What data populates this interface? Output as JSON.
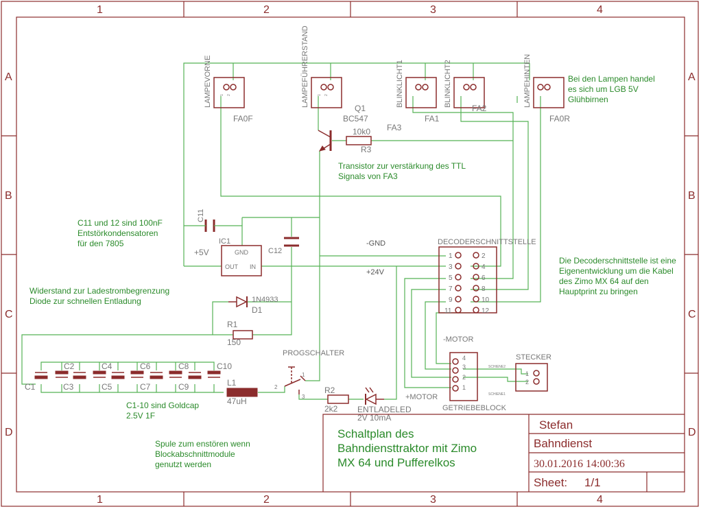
{
  "grid": {
    "columns": [
      "1",
      "2",
      "3",
      "4"
    ],
    "rows": [
      "A",
      "B",
      "C",
      "D"
    ]
  },
  "components": {
    "lampevorne": {
      "name": "LAMPEVORNE",
      "net": "FA0F"
    },
    "lampefuehrerstand": {
      "name": "LAMPEFÜHRERSTAND"
    },
    "blinklicht1": {
      "name": "BLINKLICHT1",
      "net": "FA1"
    },
    "blinklicht2": {
      "name": "BLINKLICHT2",
      "net": "FA2"
    },
    "lampehinten": {
      "name": "LAMPEHINTEN",
      "net": "FA0R"
    },
    "q1": {
      "name": "Q1",
      "value": "BC547",
      "net": "FA3"
    },
    "r3": {
      "name": "R3",
      "value": "10k0"
    },
    "c11": {
      "name": "C11"
    },
    "c12": {
      "name": "C12"
    },
    "ic1": {
      "name": "IC1",
      "gnd": "GND",
      "out": "OUT",
      "in": "IN",
      "net_out": "+5V"
    },
    "d1": {
      "name": "D1",
      "value": "1N4933"
    },
    "r1": {
      "name": "R1",
      "value": "150"
    },
    "l1": {
      "name": "L1",
      "value": "47uH"
    },
    "r2": {
      "name": "R2",
      "value": "2k2"
    },
    "led": {
      "name": "ENTLADELED",
      "value": "2V 10mA"
    },
    "progschalter": {
      "name": "PROGSCHALTER",
      "pins": [
        "1",
        "2",
        "3"
      ]
    },
    "decoder": {
      "name": "DECODERSCHNITTSTELLE",
      "pins_left": [
        "1",
        "3",
        "5",
        "7",
        "9",
        "11"
      ],
      "pins_right": [
        "2",
        "4",
        "6",
        "8",
        "10",
        "12"
      ]
    },
    "getriebeblock": {
      "name": "GETRIEBEBLOCK",
      "pins": [
        "4",
        "3",
        "2",
        "1"
      ],
      "minus": "-MOTOR",
      "plus": "+MOTOR"
    },
    "stecker": {
      "name": "STECKER",
      "pins": [
        "1",
        "2"
      ],
      "tag": "SCHIENE2",
      "tag2": "SCHIENE1"
    },
    "caps": [
      "C1",
      "C2",
      "C3",
      "C4",
      "C5",
      "C6",
      "C7",
      "C8",
      "C9",
      "C10"
    ],
    "pin_labels": {
      "one": "1",
      "two": "2"
    }
  },
  "nets": {
    "gnd": "-GND",
    "v24": "+24V"
  },
  "notes": {
    "lamps": [
      "Bei den Lampen handel",
      "es sich um LGB 5V",
      "Glühbirnen"
    ],
    "transistor": [
      "Transistor zur verstärkung des TTL",
      "Signals von FA3"
    ],
    "caps": [
      "C11 und 12 sind 100nF",
      "Entstörkondensatoren",
      "für den 7805"
    ],
    "resistor": [
      "Widerstand zur Ladestrombegrenzung",
      "Diode zur schnellen Entladung"
    ],
    "decoder": [
      "Die Decoderschnittstelle ist eine",
      "Eigenentwicklung um die Kabel",
      "des Zimo MX 64 auf den",
      "Hauptprint zu bringen"
    ],
    "goldcap": [
      "C1-10 sind Goldcap",
      "2.5V 1F"
    ],
    "coil": [
      "Spule zum enstören wenn",
      "Blockabschnittmodule",
      "genutzt werden"
    ]
  },
  "title_block": {
    "title": [
      "Schaltplan des",
      "Bahndiensttraktor mit Zimo",
      "MX 64 und Pufferelkos"
    ],
    "author": "Stefan",
    "project": "Bahndienst",
    "date": "30.01.2016 14:00:36",
    "sheet_label": "Sheet:",
    "sheet_value": "1/1"
  },
  "colors": {
    "frame": "#8b2c2c",
    "wire": "#55b255",
    "note": "#2a8a2a"
  }
}
